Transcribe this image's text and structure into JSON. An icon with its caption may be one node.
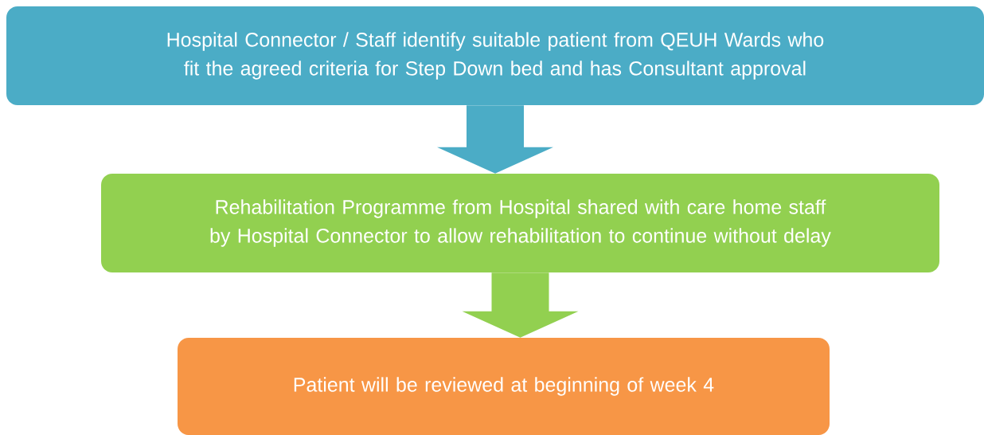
{
  "diagram": {
    "nodes": [
      {
        "text": [
          "Hospital Connector / Staff identify suitable patient from QEUH Wards who fit the agreed criteria for Step Down bed and has Consultant approval"
        ]
      },
      {
        "text": [
          "Rehabilitation Programme from Hospital shared with care home staff by Hospital Connector to allow rehabilitation to continue without delay"
        ]
      },
      {
        "text": [
          "Patient will be reviewed at beginning of week 4"
        ]
      }
    ],
    "edges": [
      {
        "from": 0,
        "to": 1,
        "arrow": "to",
        "color": "#4bacc6"
      },
      {
        "from": 1,
        "to": 2,
        "arrow": "to",
        "color": "#92d050"
      }
    ]
  }
}
